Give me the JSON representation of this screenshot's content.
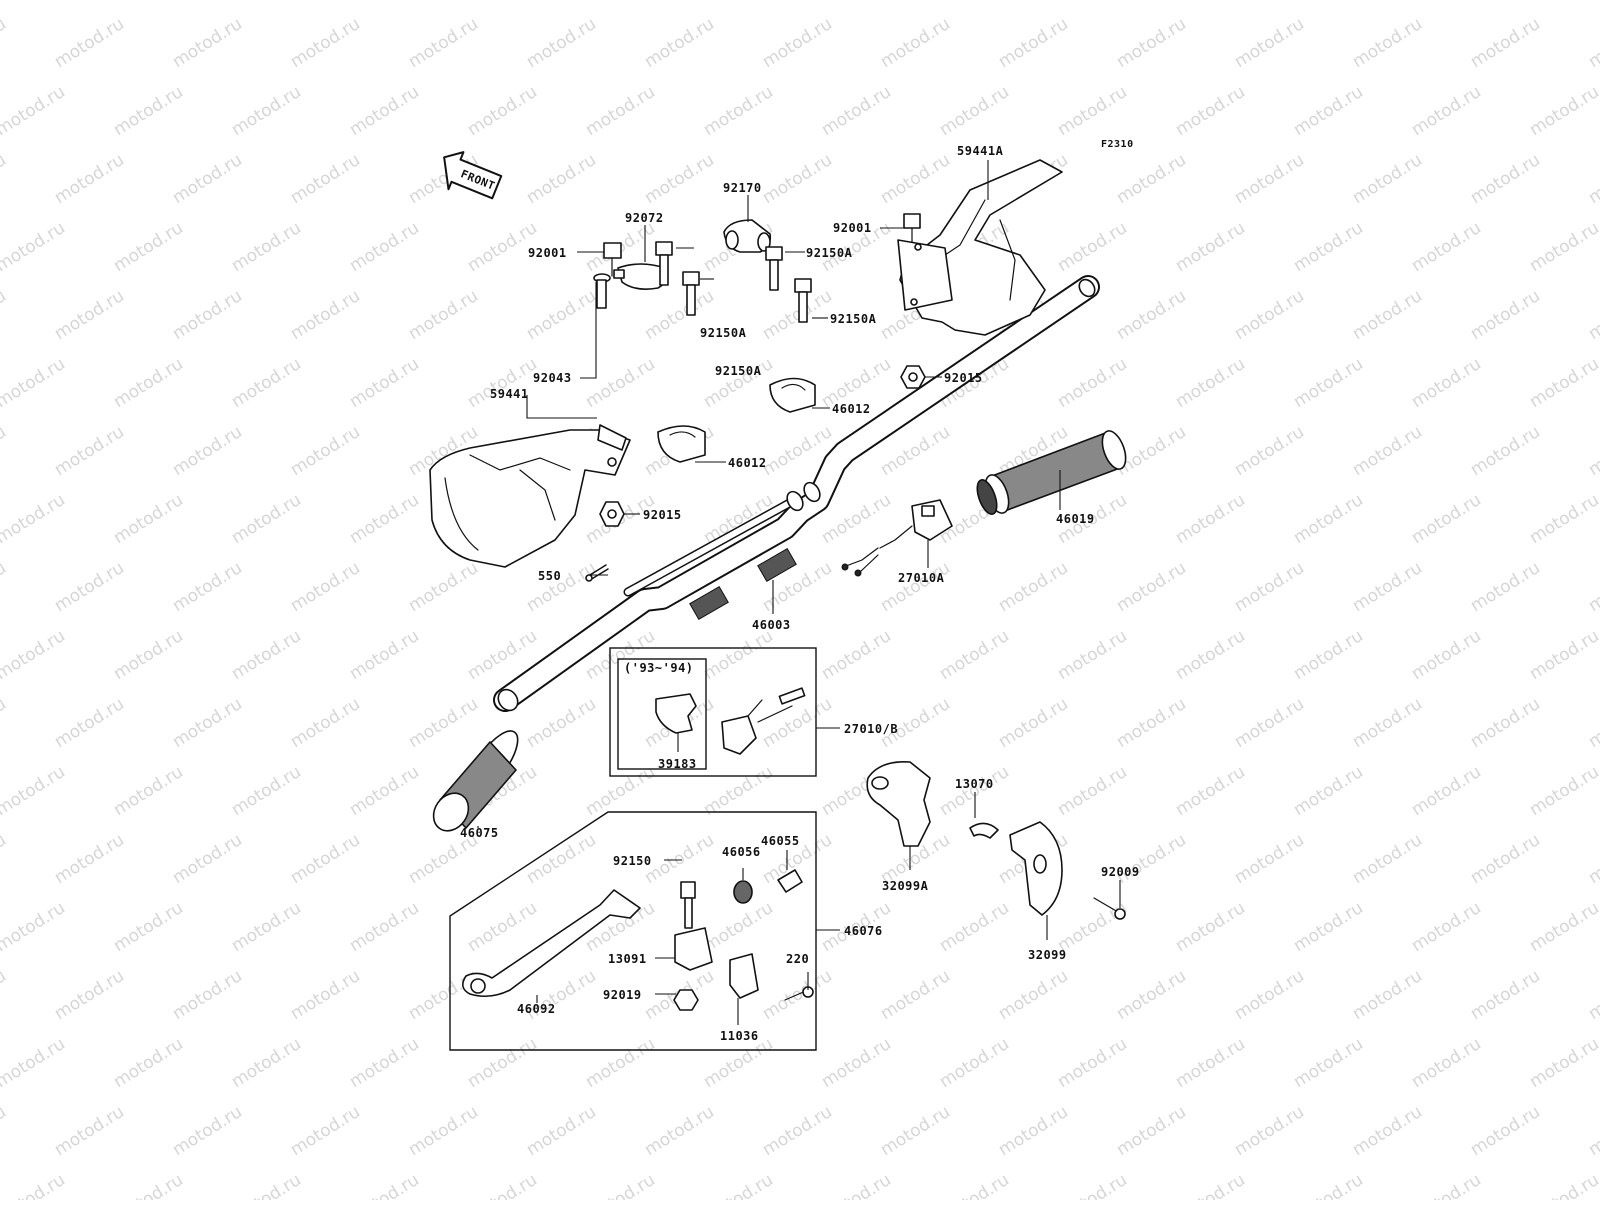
{
  "watermark": "motod.ru",
  "figure_code": "F2310",
  "front_arrow_label": "FRONT",
  "inset_note": "('93~'94)",
  "callouts": [
    {
      "key": "c59441A",
      "label": "59441A"
    },
    {
      "key": "c92170",
      "label": "92170"
    },
    {
      "key": "c92072",
      "label": "92072"
    },
    {
      "key": "c92001a",
      "label": "92001"
    },
    {
      "key": "c92150Aa",
      "label": "92150A"
    },
    {
      "key": "c92150Ab",
      "label": "92150A"
    },
    {
      "key": "c92150Ac",
      "label": "92150A"
    },
    {
      "key": "c92150Ad",
      "label": "92150A"
    },
    {
      "key": "c92001b",
      "label": "92001"
    },
    {
      "key": "c92043",
      "label": "92043"
    },
    {
      "key": "c59441",
      "label": "59441"
    },
    {
      "key": "c92015a",
      "label": "92015"
    },
    {
      "key": "c46012a",
      "label": "46012"
    },
    {
      "key": "c46012b",
      "label": "46012"
    },
    {
      "key": "c92015b",
      "label": "92015"
    },
    {
      "key": "c46019",
      "label": "46019"
    },
    {
      "key": "c27010A",
      "label": "27010A"
    },
    {
      "key": "c550",
      "label": "550"
    },
    {
      "key": "c46003",
      "label": "46003"
    },
    {
      "key": "c27010B",
      "label": "27010/B"
    },
    {
      "key": "c39183",
      "label": "39183"
    },
    {
      "key": "c46075",
      "label": "46075"
    },
    {
      "key": "c13070",
      "label": "13070"
    },
    {
      "key": "c46055",
      "label": "46055"
    },
    {
      "key": "c46056",
      "label": "46056"
    },
    {
      "key": "c92150",
      "label": "92150"
    },
    {
      "key": "c32099A",
      "label": "32099A"
    },
    {
      "key": "c92009",
      "label": "92009"
    },
    {
      "key": "c46076",
      "label": "46076"
    },
    {
      "key": "c13091",
      "label": "13091"
    },
    {
      "key": "c220",
      "label": "220"
    },
    {
      "key": "c92019",
      "label": "92019"
    },
    {
      "key": "c46092",
      "label": "46092"
    },
    {
      "key": "c32099",
      "label": "32099"
    },
    {
      "key": "c11036",
      "label": "11036"
    }
  ]
}
